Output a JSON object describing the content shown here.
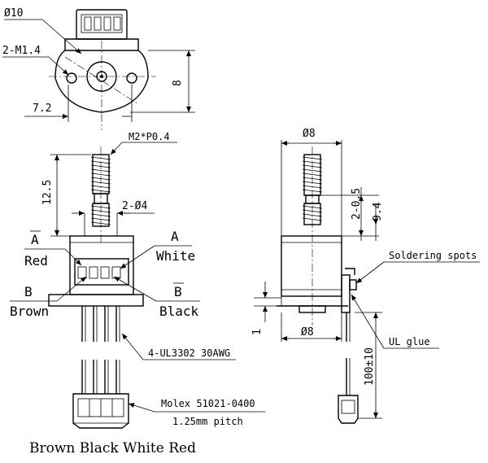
{
  "dims": {
    "top_diameter": "Ø10",
    "mounting_holes": "2-M1.4",
    "width_72": "7.2",
    "height_8": "8",
    "thread": "M2*P0.4",
    "length_125": "12.5",
    "shaft_dia": "2-Ø4",
    "body_dia_top": "Ø8",
    "body_dia_bottom": "Ø8",
    "gap_05": "2-0.5",
    "len_94": "9.4",
    "one": "1",
    "lead_len": "100±10",
    "wire_spec": "4-UL3302 30AWG",
    "connector_model": "Molex 51021-0400",
    "connector_pitch": "1.25mm pitch"
  },
  "pins": {
    "a_bar_top": "A",
    "a_bar_color": "Red",
    "a_top": "A",
    "a_color": "White",
    "b_letter": "B",
    "b_color": "Brown",
    "b_bar_letter": "B",
    "b_bar_color": "Black"
  },
  "callouts": {
    "soldering": "Soldering spots",
    "glue": "UL glue"
  },
  "bottom_caption": "Brown Black White Red"
}
